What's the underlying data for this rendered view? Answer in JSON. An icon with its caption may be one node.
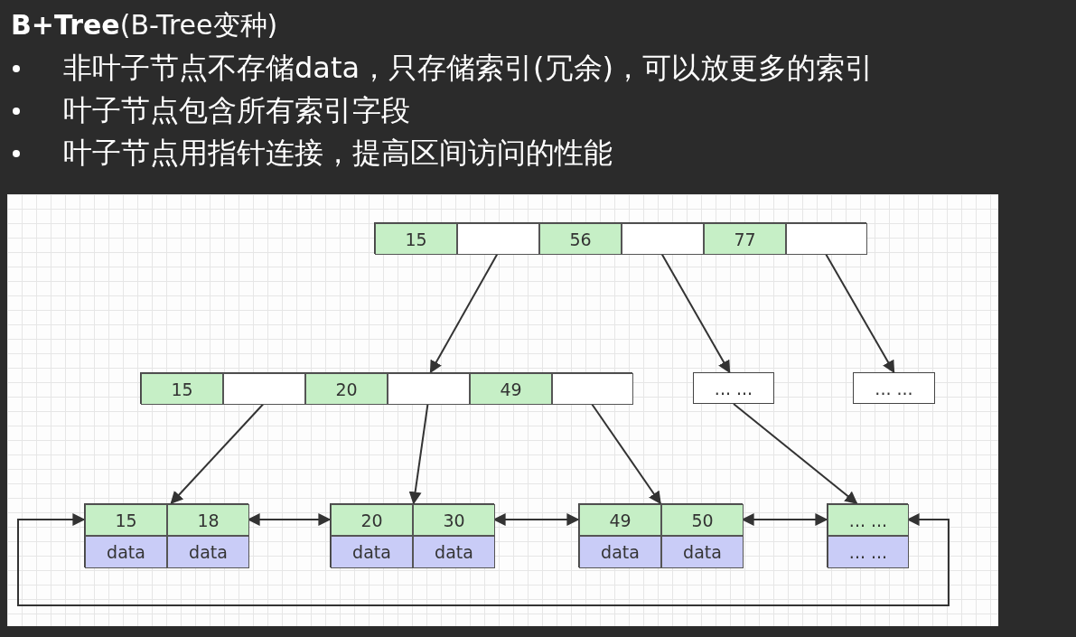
{
  "diagram": {
    "title": "**B+Tree**(B-Tree变种)",
    "nodes": [
      {
        "text": [],
        "shape": "box"
      },
      {
        "text": [
          "15"
        ],
        "in": 0
      },
      {
        "text": [],
        "shape": "box",
        "in": 0
      },
      {
        "text": [
          "56"
        ],
        "in": 0
      },
      {
        "text": [],
        "shape": "box",
        "in": 0
      },
      {
        "text": [
          "77"
        ],
        "in": 0
      },
      {
        "text": [],
        "shape": "box",
        "in": 0
      },
      {
        "text": [],
        "shape": "box"
      },
      {
        "text": [
          "15"
        ],
        "in": 7
      },
      {
        "text": [],
        "shape": "box",
        "in": 7
      },
      {
        "text": [
          "20"
        ],
        "in": 7
      },
      {
        "text": [],
        "shape": "box",
        "in": 7
      },
      {
        "text": [
          "49"
        ],
        "in": 7
      },
      {
        "text": [],
        "shape": "box",
        "in": 7
      },
      {
        "text": [
          "... ..."
        ]
      },
      {
        "text": [
          "... ..."
        ]
      },
      {
        "text": [],
        "shape": "box"
      },
      {
        "text": [
          "15"
        ],
        "in": 16
      },
      {
        "text": [
          "18"
        ],
        "in": 16
      },
      {
        "text": [
          "data"
        ],
        "in": 16
      },
      {
        "text": [
          "data"
        ],
        "in": 16
      },
      {
        "text": [],
        "shape": "box"
      },
      {
        "text": [
          "20"
        ],
        "in": 21
      },
      {
        "text": [
          "30"
        ],
        "in": 21
      },
      {
        "text": [
          "data"
        ],
        "in": 21
      },
      {
        "text": [
          "data"
        ],
        "in": 21
      },
      {
        "text": [],
        "shape": "box"
      },
      {
        "text": [
          "49"
        ],
        "in": 26
      },
      {
        "text": [
          "50"
        ],
        "in": 26
      },
      {
        "text": [
          "data"
        ],
        "in": 26
      },
      {
        "text": [
          "data"
        ],
        "in": 26
      },
      {
        "text": [],
        "shape": "box"
      },
      {
        "text": [
          "... ..."
        ],
        "in": 31
      },
      {
        "text": [
          "... ..."
        ],
        "in": 31
      }
    ],
    "edges": [
      {
        "from": 2,
        "to": 7,
        "arrow": "to"
      },
      {
        "from": 4,
        "to": 14,
        "arrow": "to"
      },
      {
        "from": 6,
        "to": 15,
        "arrow": "to"
      },
      {
        "from": 9,
        "to": 16,
        "arrow": "to"
      },
      {
        "from": 11,
        "to": 21,
        "arrow": "to"
      },
      {
        "from": 13,
        "to": 26,
        "arrow": "to"
      },
      {
        "from": 14,
        "to": 31,
        "arrow": "to"
      },
      {
        "from": 16,
        "to": 21,
        "arrow": "both"
      },
      {
        "from": 21,
        "to": 26,
        "arrow": "both"
      },
      {
        "from": 26,
        "to": 31,
        "arrow": "both"
      },
      {
        "from": 31,
        "to": 16,
        "arrow": "both"
      }
    ],
    "labels": [
      "非叶子节点不存储data，只存储索引(冗余)，可以放更多的索引",
      "叶子节点包含所有索引字段",
      "叶子节点用指针连接，提高区间访问的性能"
    ]
  }
}
